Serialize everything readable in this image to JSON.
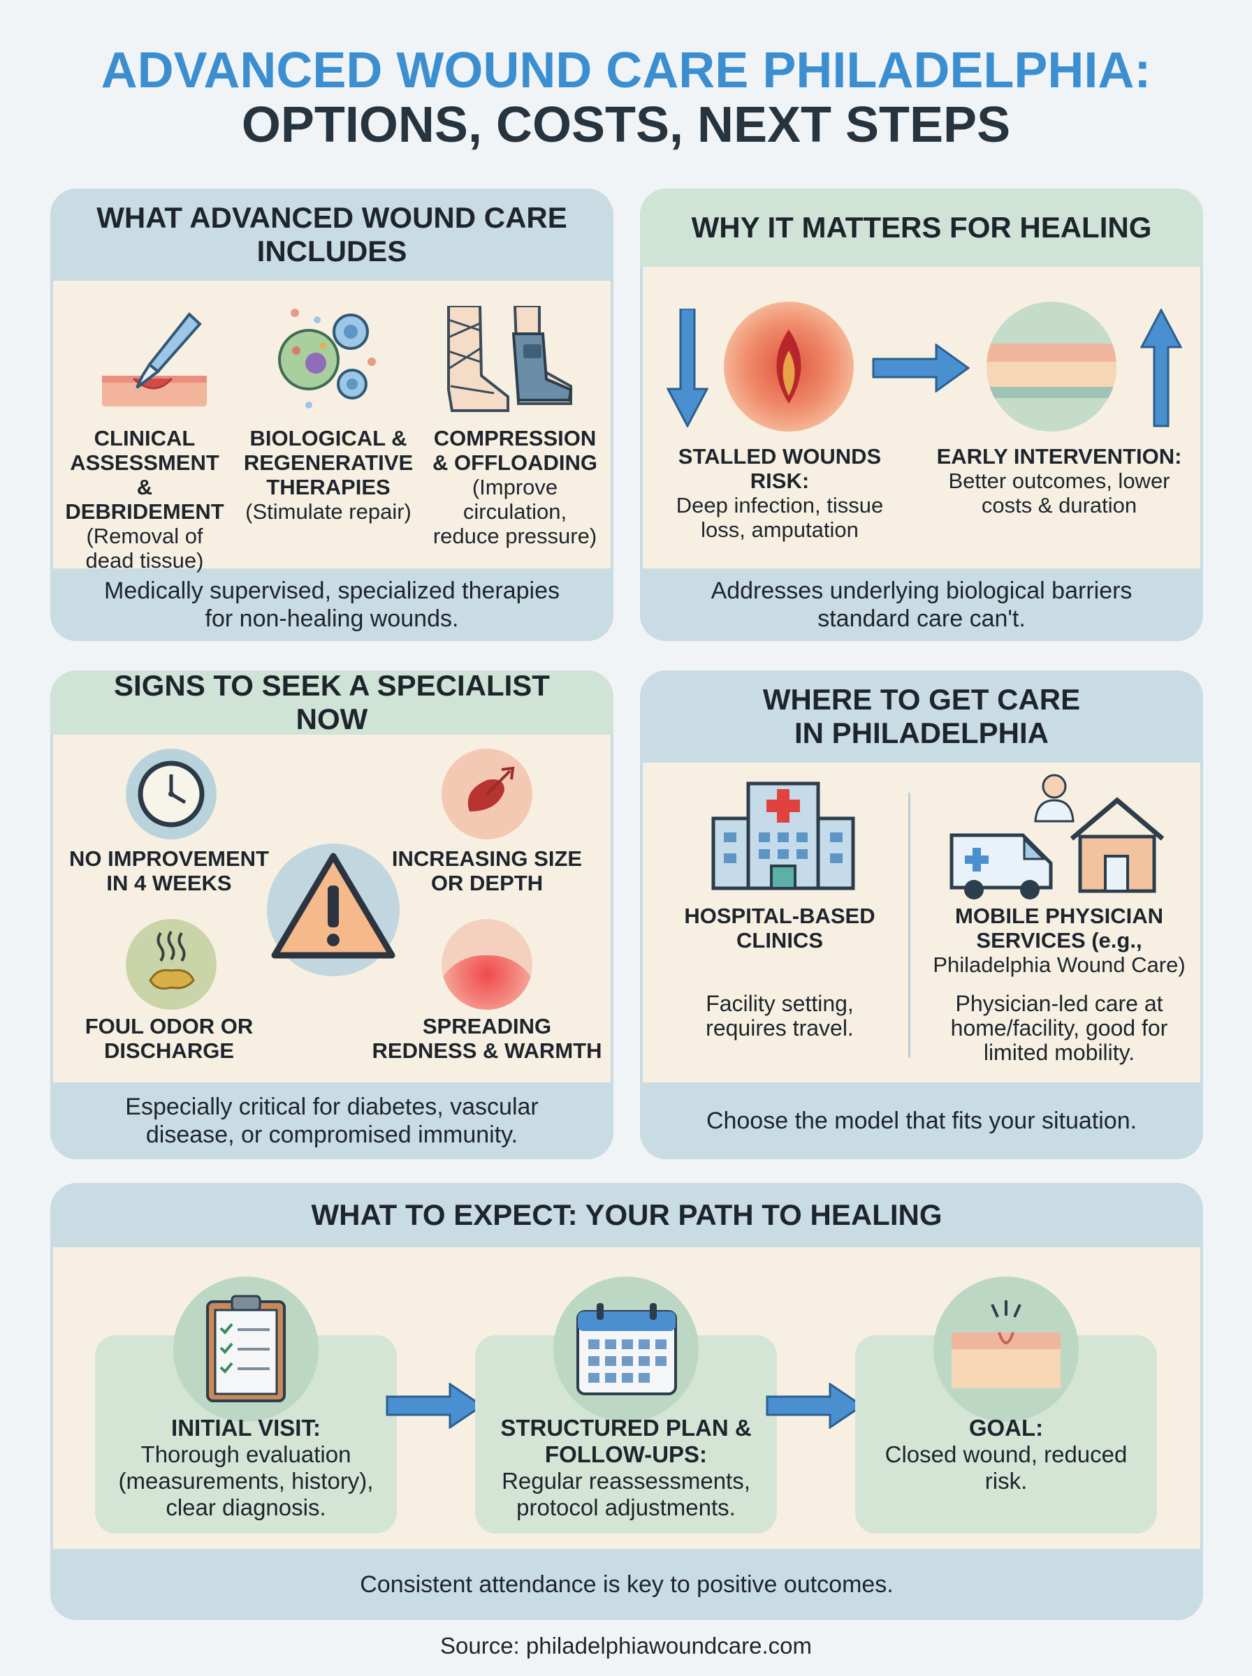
{
  "title": {
    "line1": "ADVANCED WOUND CARE PHILADELPHIA:",
    "line2": "OPTIONS, COSTS, NEXT STEPS"
  },
  "includes": {
    "heading": "WHAT ADVANCED WOUND CARE INCLUDES",
    "items": [
      {
        "title": "CLINICAL ASSESSMENT & DEBRIDEMENT",
        "desc": "(Removal of dead tissue)",
        "icon": "scalpel-icon"
      },
      {
        "title": "BIOLOGICAL & REGENERATIVE THERAPIES",
        "desc": "(Stimulate repair)",
        "icon": "cells-icon"
      },
      {
        "title": "COMPRESSION & OFFLOADING",
        "desc": "(Improve circulation, reduce pressure)",
        "icon": "bandaged-foot-icon"
      }
    ],
    "footer": "Medically supervised, specialized therapies for non-healing wounds."
  },
  "why": {
    "heading": "WHY IT MATTERS FOR HEALING",
    "left": {
      "title": "STALLED WOUNDS RISK:",
      "desc": "Deep infection, tissue loss, amputation"
    },
    "right": {
      "title": "EARLY INTERVENTION:",
      "desc": "Better outcomes, lower costs & duration"
    },
    "footer": "Addresses underlying biological barriers standard care can't."
  },
  "signs": {
    "heading": "SIGNS TO SEEK A SPECIALIST NOW",
    "items": [
      {
        "label": "NO IMPROVEMENT IN 4 WEEKS",
        "icon": "clock-icon"
      },
      {
        "label": "INCREASING SIZE OR DEPTH",
        "icon": "growing-wound-icon"
      },
      {
        "label": "FOUL ODOR OR DISCHARGE",
        "icon": "odor-icon"
      },
      {
        "label": "SPREADING REDNESS & WARMTH",
        "icon": "inflamed-skin-icon"
      }
    ],
    "footer": "Especially critical for diabetes, vascular disease, or compromised immunity."
  },
  "where": {
    "heading": "WHERE TO GET CARE IN PHILADELPHIA",
    "left": {
      "title": "HOSPITAL-BASED CLINICS",
      "desc": "Facility setting, requires travel."
    },
    "right": {
      "title": "MOBILE PHYSICIAN SERVICES (e.g.,",
      "title2": "Philadelphia Wound Care)",
      "desc": "Physician-led care at home/facility, good for limited mobility."
    },
    "footer": "Choose the model that fits your situation."
  },
  "expect": {
    "heading": "WHAT TO EXPECT: YOUR PATH TO HEALING",
    "steps": [
      {
        "title": "INITIAL VISIT:",
        "desc": "Thorough evaluation (measurements, history), clear diagnosis.",
        "icon": "clipboard-icon"
      },
      {
        "title": "STRUCTURED PLAN & FOLLOW-UPS:",
        "desc": "Regular reassessments, protocol adjustments.",
        "icon": "calendar-icon"
      },
      {
        "title": "GOAL:",
        "desc": "Closed wound, reduced risk.",
        "icon": "healed-skin-icon"
      }
    ],
    "footer": "Consistent attendance is key to positive outcomes."
  },
  "source": "Source: philadelphiawoundcare.com"
}
